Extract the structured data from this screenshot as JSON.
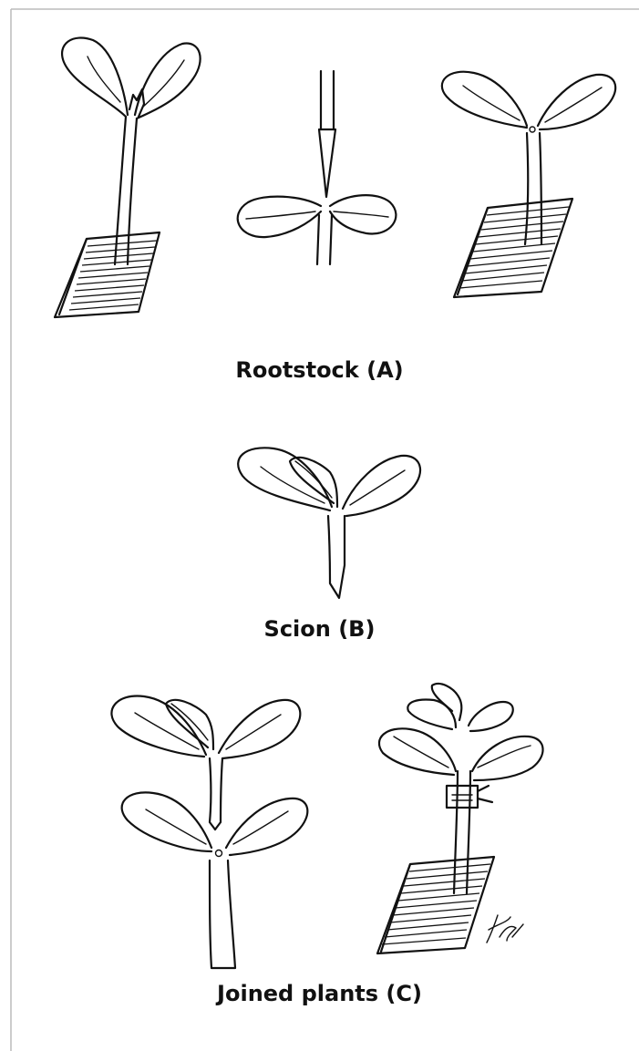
{
  "captions": {
    "rootstock": "Rootstock (A)",
    "scion": "Scion (B)",
    "joined": "Joined plants (C)"
  }
}
